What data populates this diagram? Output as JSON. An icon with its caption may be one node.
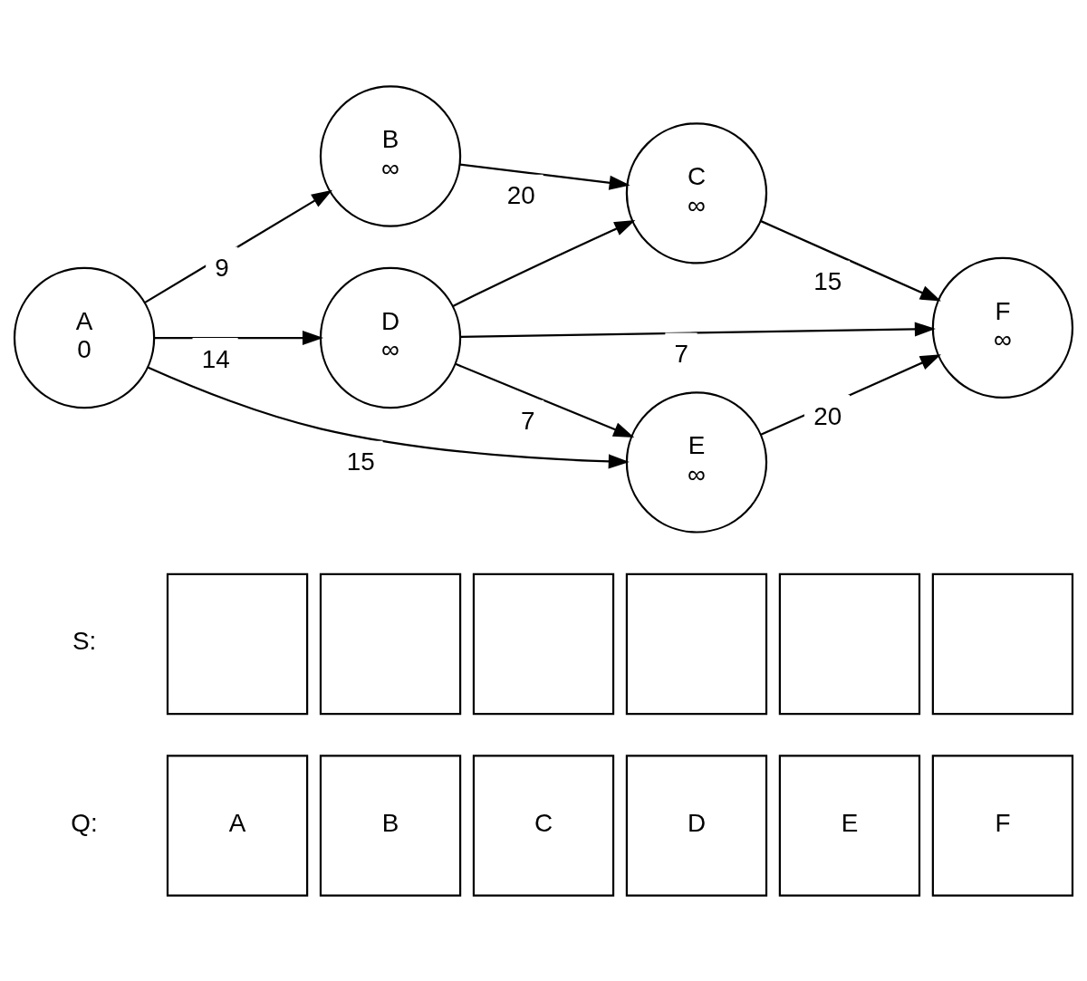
{
  "diagram": {
    "nodes": [
      {
        "text": [
          "A",
          "0"
        ]
      },
      {
        "text": [
          "B",
          "∞"
        ]
      },
      {
        "text": [
          "C",
          "∞"
        ]
      },
      {
        "text": [
          "D",
          "∞"
        ]
      },
      {
        "text": [
          "E",
          "∞"
        ]
      },
      {
        "text": [
          "F",
          "∞"
        ]
      },
      {
        "text": [],
        "shape": "box"
      },
      {
        "text": [],
        "shape": "box"
      },
      {
        "text": [],
        "shape": "box"
      },
      {
        "text": [],
        "shape": "box"
      },
      {
        "text": [],
        "shape": "box"
      },
      {
        "text": [],
        "shape": "box"
      },
      {
        "text": [
          "A"
        ]
      },
      {
        "text": [
          "B"
        ]
      },
      {
        "text": [
          "C"
        ]
      },
      {
        "text": [
          "D"
        ]
      },
      {
        "text": [
          "E"
        ]
      },
      {
        "text": [
          "F"
        ]
      }
    ],
    "edges": [
      {
        "from": 0,
        "to": 1,
        "arrow": "to",
        "label": "9"
      },
      {
        "from": 0,
        "to": 3,
        "arrow": "to",
        "label": "14"
      },
      {
        "from": 0,
        "to": 4,
        "arrow": "to",
        "label": "15"
      },
      {
        "from": 1,
        "to": 2,
        "arrow": "to",
        "label": "20"
      },
      {
        "from": 3,
        "to": 2,
        "arrow": "to"
      },
      {
        "from": 3,
        "to": 4,
        "arrow": "to",
        "label": "7"
      },
      {
        "from": 3,
        "to": 5,
        "arrow": "to",
        "label": "7"
      },
      {
        "from": 2,
        "to": 5,
        "arrow": "to",
        "label": "15"
      },
      {
        "from": 4,
        "to": 5,
        "arrow": "to",
        "label": "20"
      }
    ],
    "labels": [
      "S:",
      "Q:"
    ]
  }
}
